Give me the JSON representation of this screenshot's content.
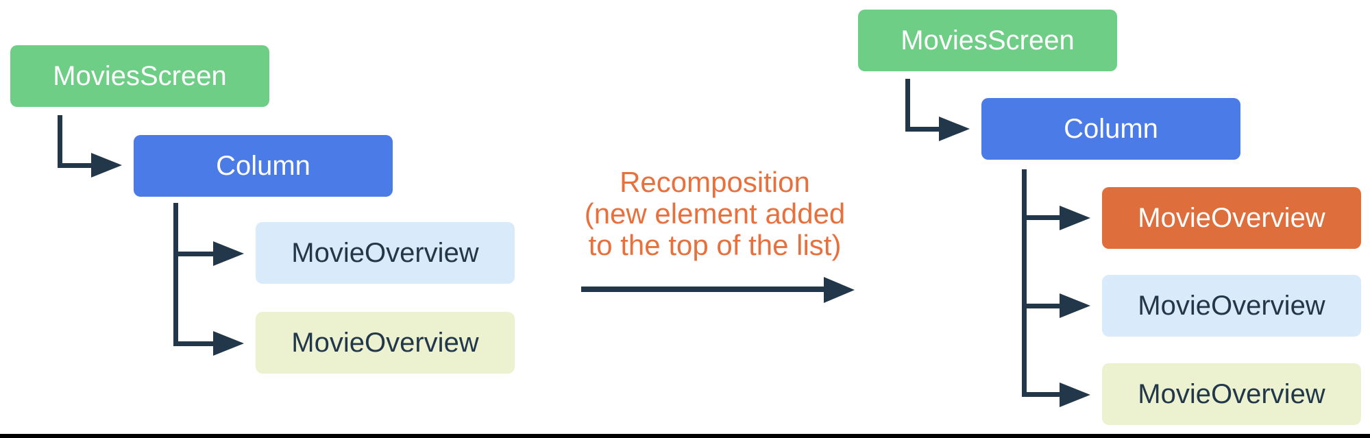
{
  "figure": {
    "description": "Recomposition tree diagram: UI tree before and after a new element is added to the top of a list",
    "connector_color": "#223749",
    "bottom_border_color": "#000000",
    "left_tree": {
      "name": "tree-before-recomposition",
      "nodes": [
        {
          "label": "MoviesScreen",
          "fill": "#6FCE86",
          "text": "#ffffff"
        },
        {
          "label": "Column",
          "fill": "#4A7BE6",
          "text": "#ffffff"
        },
        {
          "label": "MovieOverview",
          "fill": "#D9EAFB",
          "text": "#223749"
        },
        {
          "label": "MovieOverview",
          "fill": "#ECF2D0",
          "text": "#223749"
        }
      ]
    },
    "caption": {
      "lines": [
        "Recomposition",
        "(new element added",
        "to the top of the list)"
      ],
      "color": "#E8703C"
    },
    "right_tree": {
      "name": "tree-after-recomposition",
      "nodes": [
        {
          "label": "MoviesScreen",
          "fill": "#6FCE86",
          "text": "#ffffff"
        },
        {
          "label": "Column",
          "fill": "#4A7BE6",
          "text": "#ffffff"
        },
        {
          "label": "MovieOverview",
          "fill": "#DE6E3C",
          "text": "#ffffff",
          "state": "new element"
        },
        {
          "label": "MovieOverview",
          "fill": "#D9EAFB",
          "text": "#223749"
        },
        {
          "label": "MovieOverview",
          "fill": "#ECF2D0",
          "text": "#223749"
        }
      ]
    }
  }
}
